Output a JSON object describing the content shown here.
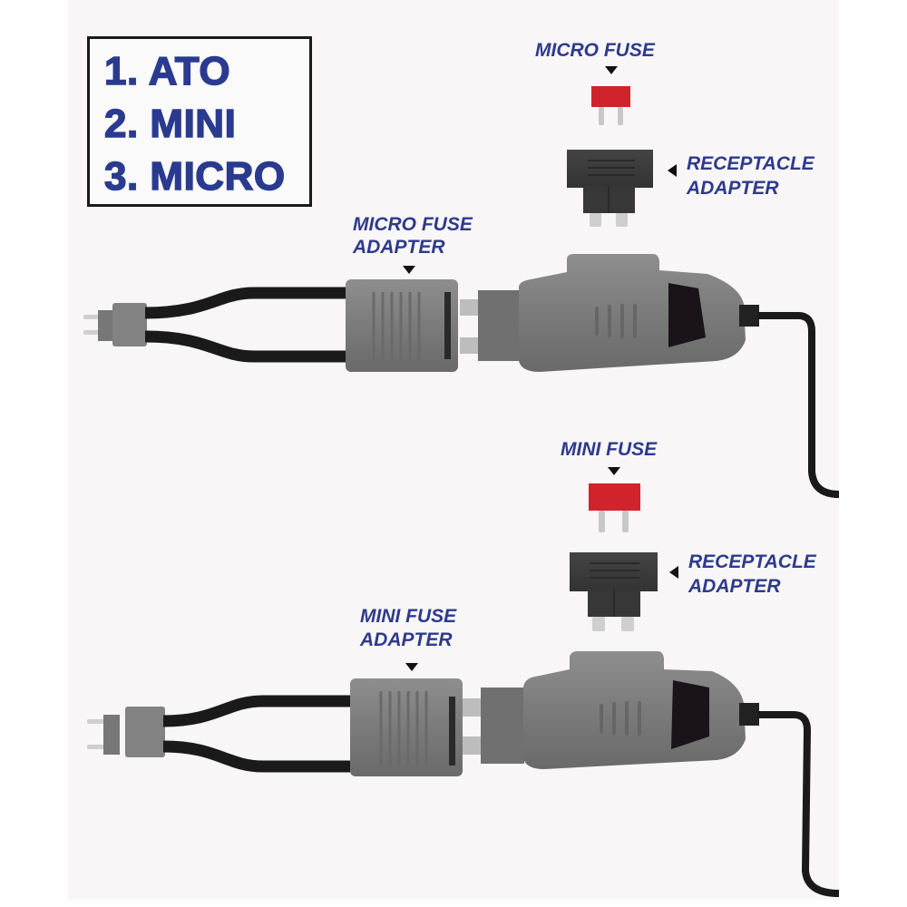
{
  "legend": {
    "items": [
      "1. ATO",
      "2. MINI",
      "3. MICRO"
    ]
  },
  "top_diagram": {
    "fuse_label": "MICRO FUSE",
    "receptacle_label_line1": "RECEPTACLE",
    "receptacle_label_line2": "ADAPTER",
    "adapter_label_line1": "MICRO FUSE",
    "adapter_label_line2": "ADAPTER"
  },
  "bottom_diagram": {
    "fuse_label": "MINI FUSE",
    "receptacle_label_line1": "RECEPTACLE",
    "receptacle_label_line2": "ADAPTER",
    "adapter_label_line1": "MINI FUSE",
    "adapter_label_line2": "ADAPTER"
  },
  "colors": {
    "label_blue": "#2e3a8c",
    "fuse_red": "#d0232b",
    "receptacle_dark": "#3c3c3c",
    "body_gray": "#7a7a7a",
    "cable_black": "#1a1a1a",
    "background": "#f8f6f6"
  }
}
